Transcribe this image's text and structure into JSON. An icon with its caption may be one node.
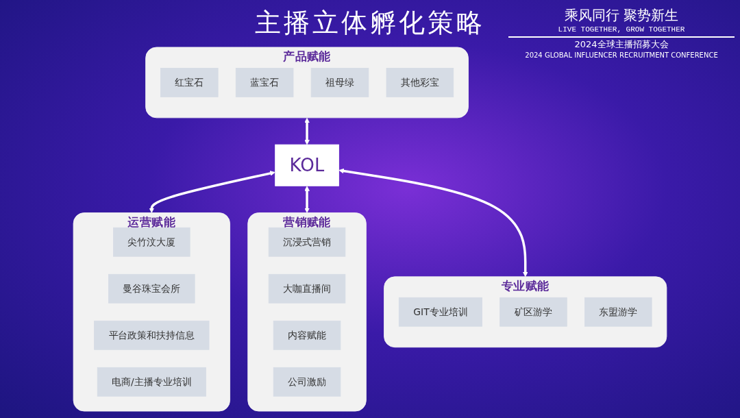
{
  "diagram": {
    "title": "主播立体孵化策略",
    "nodes": [
      {
        "text": [
          "产品赋能"
        ]
      },
      {
        "text": [
          "红宝石"
        ],
        "in": 0
      },
      {
        "text": [
          "蓝宝石"
        ],
        "in": 0
      },
      {
        "text": [
          "祖母绿"
        ],
        "in": 0
      },
      {
        "text": [
          "其他彩宝"
        ],
        "in": 0
      },
      {
        "text": [
          "运营赋能"
        ]
      },
      {
        "text": [
          "尖竹汶大厦"
        ],
        "in": 5
      },
      {
        "text": [
          "曼谷珠宝会所"
        ],
        "in": 5
      },
      {
        "text": [
          "平台政策和扶持信息"
        ],
        "in": 5
      },
      {
        "text": [
          "电商/主播专业培训"
        ],
        "in": 5
      },
      {
        "text": [
          "KOL"
        ]
      },
      {
        "text": [
          "营销赋能"
        ]
      },
      {
        "text": [
          "沉浸式营销"
        ],
        "in": 11
      },
      {
        "text": [
          "大咖直播间"
        ],
        "in": 11
      },
      {
        "text": [
          "内容赋能"
        ],
        "in": 11
      },
      {
        "text": [
          "公司激励"
        ],
        "in": 11
      },
      {
        "text": [
          "专业赋能"
        ]
      },
      {
        "text": [
          "GIT专业培训"
        ],
        "in": 16
      },
      {
        "text": [
          "矿区游学"
        ],
        "in": 16
      },
      {
        "text": [
          "东盟游学"
        ],
        "in": 16
      }
    ],
    "edges": [
      {
        "from": 0,
        "to": 10,
        "arrow": "both"
      },
      {
        "from": 10,
        "to": 5,
        "arrow": "both"
      },
      {
        "from": 10,
        "to": 11,
        "arrow": "both"
      },
      {
        "from": 10,
        "to": 16,
        "arrow": "both"
      }
    ],
    "labels": [
      "乘风同行 聚势新生",
      "LIVE TOGETHER, GROW TOGETHER",
      "2024全球主播招募大会",
      "2024 GLOBAL INFLUENCER RECRUITMENT CONFERENCE"
    ]
  }
}
